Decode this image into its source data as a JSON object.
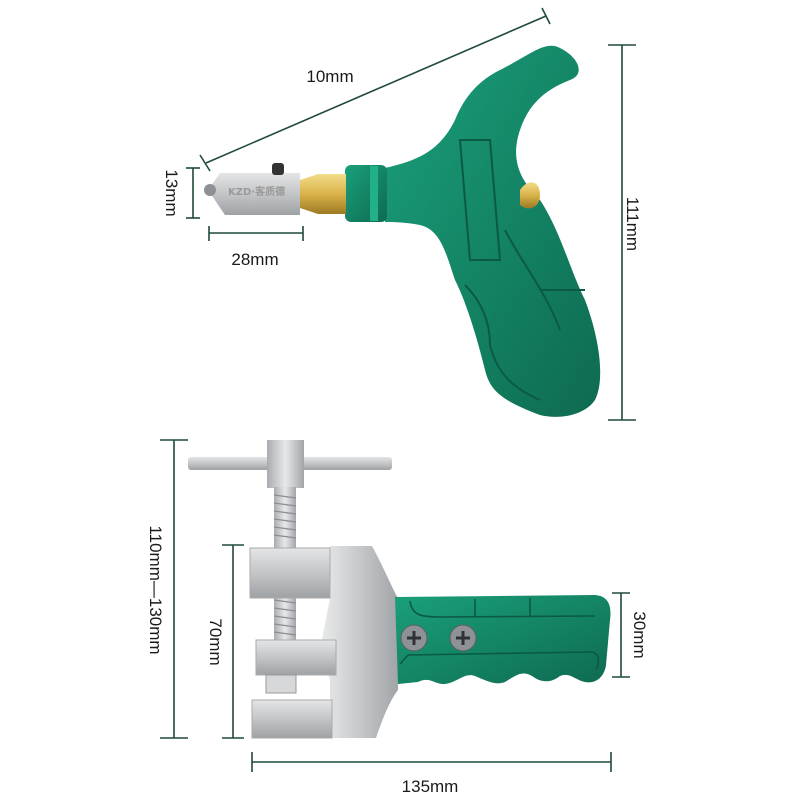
{
  "top_tool": {
    "name": "glass-cutter",
    "logo_text": "KZD·客质德",
    "dimensions": {
      "length_diagonal": "10mm",
      "head_height": "13mm",
      "head_width": "28mm",
      "total_height": "111mm"
    }
  },
  "bottom_tool": {
    "name": "glass-breaking-pliers",
    "dimensions": {
      "total_height": "110mm—130mm",
      "jaw_height": "70mm",
      "grip_height": "30mm",
      "total_length": "135mm"
    }
  },
  "colors": {
    "dimension_line": "#1f4a3a",
    "handle_green": "#17906e",
    "handle_dark": "#0e6a50",
    "metal": "#c9cbcd",
    "brass": "#d9b24a"
  }
}
